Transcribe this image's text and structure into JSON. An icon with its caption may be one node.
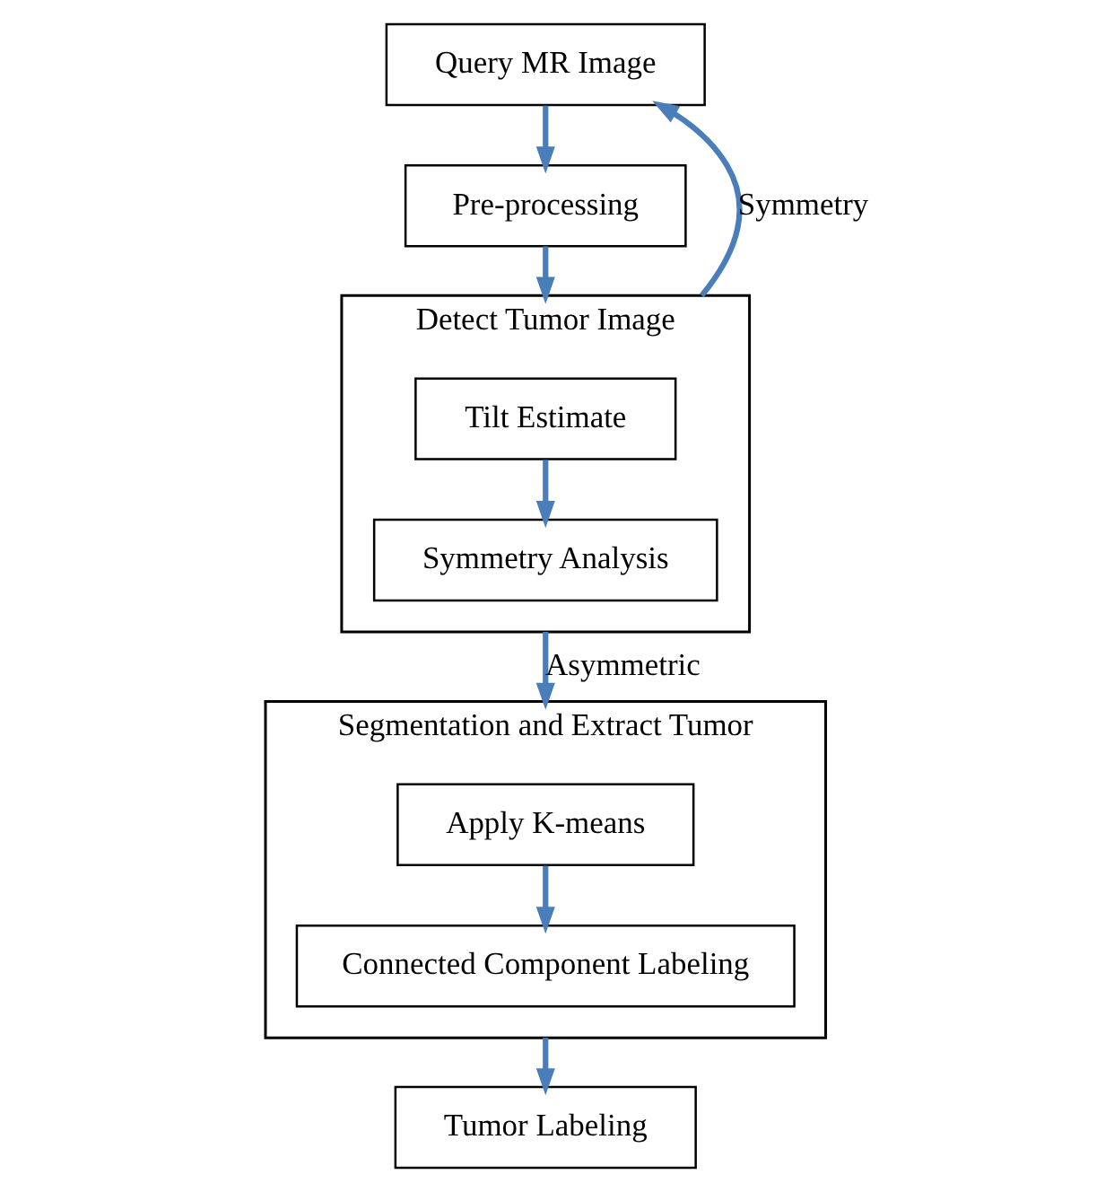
{
  "diagram": {
    "nodes": [
      {
        "text": [
          "Query MR Image"
        ]
      },
      {
        "text": [
          "Pre-processing"
        ]
      },
      {
        "text": [
          "Detect Tumor Image"
        ]
      },
      {
        "text": [
          "Tilt Estimate"
        ],
        "in": 2
      },
      {
        "text": [
          "Symmetry Analysis"
        ],
        "in": 2
      },
      {
        "text": [
          "Segmentation and Extract Tumor"
        ]
      },
      {
        "text": [
          "Apply K-means"
        ],
        "in": 5
      },
      {
        "text": [
          "Connected Component Labeling"
        ],
        "in": 5
      },
      {
        "text": [
          "Tumor Labeling"
        ]
      }
    ],
    "edges": [
      {
        "from": 0,
        "to": 1,
        "arrow": "to"
      },
      {
        "from": 1,
        "to": 2,
        "arrow": "to"
      },
      {
        "from": 3,
        "to": 4,
        "arrow": "to"
      },
      {
        "from": 2,
        "to": 5,
        "arrow": "to",
        "label": "Asymmetric"
      },
      {
        "from": 2,
        "to": 0,
        "arrow": "to",
        "label": "Symmetry"
      },
      {
        "from": 6,
        "to": 7,
        "arrow": "to"
      },
      {
        "from": 5,
        "to": 8,
        "arrow": "to"
      }
    ]
  }
}
